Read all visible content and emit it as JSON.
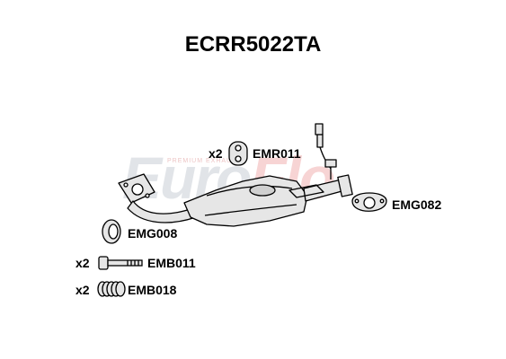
{
  "title": "ECRR5022TA",
  "watermark": {
    "brand_a": "Euro",
    "brand_b": "Flo",
    "tagline": "PREMIUM EXHAUSTS"
  },
  "parts": [
    {
      "code": "EMR011",
      "qty": "x2",
      "icon": "rubber-mount-icon"
    },
    {
      "code": "EMG082",
      "qty": "",
      "icon": "oval-gasket-icon"
    },
    {
      "code": "EMG008",
      "qty": "",
      "icon": "ring-gasket-icon"
    },
    {
      "code": "EMB011",
      "qty": "x2",
      "icon": "bolt-icon"
    },
    {
      "code": "EMB018",
      "qty": "x2",
      "icon": "spring-icon"
    }
  ],
  "colors": {
    "line": "#000000",
    "fill": "#e6e6e6",
    "watermark": "#8890a0"
  }
}
